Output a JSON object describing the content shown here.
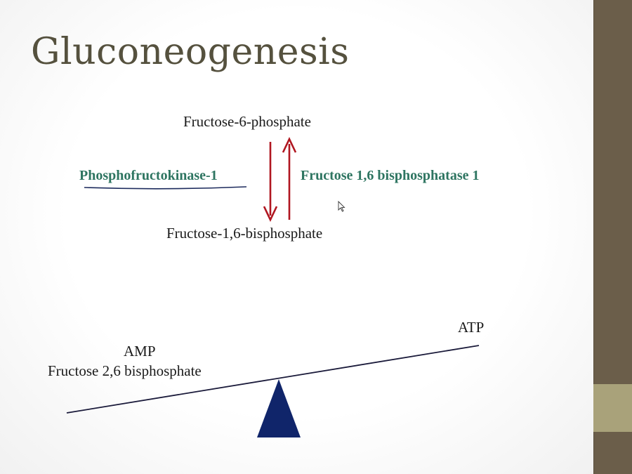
{
  "slide": {
    "title": "Gluconeogenesis",
    "colors": {
      "title": "#55513e",
      "enzyme": "#2e7561",
      "arrow": "#b01620",
      "fulcrum": "#10256a",
      "beam": "#1a1a3a",
      "underline": "#1c2a5c",
      "side_bar": "#6b5e4a",
      "side_accent": "#a9a27a"
    }
  },
  "reaction": {
    "substrate_top": "Fructose-6-phosphate",
    "product_bottom": "Fructose-1,6-bisphosphate",
    "forward_enzyme": "Phosphofructokinase-1",
    "reverse_enzyme": "Fructose 1,6 bisphosphatase 1",
    "forward_arrow_icon": "arrow-down-icon",
    "reverse_arrow_icon": "arrow-up-icon"
  },
  "balance": {
    "left_labels": [
      "AMP",
      "Fructose 2,6 bisphosphate"
    ],
    "right_label": "ATP",
    "fulcrum_icon": "triangle-fulcrum-icon"
  },
  "cursor_icon": "mouse-pointer-icon"
}
